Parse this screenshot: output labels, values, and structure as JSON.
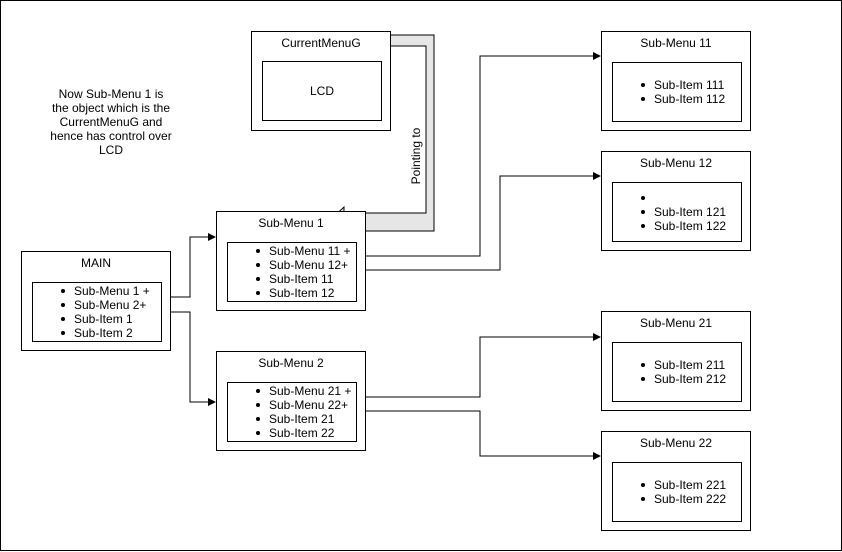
{
  "note": [
    "Now Sub-Menu 1 is",
    "the object which is the",
    "CurrentMenuG and",
    "hence has control over",
    "LCD"
  ],
  "current_menu": {
    "title": "CurrentMenuG",
    "lcd_label": "LCD"
  },
  "pointer_label": "Pointing to",
  "main": {
    "title": "MAIN",
    "items": [
      "Sub-Menu 1 +",
      "Sub-Menu 2+",
      "Sub-Item 1",
      "Sub-Item 2"
    ]
  },
  "sub_menu_1": {
    "title": "Sub-Menu 1",
    "items": [
      "Sub-Menu 11 +",
      "Sub-Menu 12+",
      "Sub-Item 11",
      "Sub-Item 12"
    ]
  },
  "sub_menu_2": {
    "title": "Sub-Menu 2",
    "items": [
      "Sub-Menu 21 +",
      "Sub-Menu 22+",
      "Sub-Item 21",
      "Sub-Item 22"
    ]
  },
  "sub_menu_11": {
    "title": "Sub-Menu 11",
    "items": [
      "Sub-Item 111",
      "Sub-Item 112"
    ]
  },
  "sub_menu_12": {
    "title": "Sub-Menu 12",
    "items": [
      "",
      "Sub-Item 121",
      "Sub-Item 122"
    ]
  },
  "sub_menu_21": {
    "title": "Sub-Menu 21",
    "items": [
      "Sub-Item 211",
      "Sub-Item 212"
    ]
  },
  "sub_menu_22": {
    "title": "Sub-Menu 22",
    "items": [
      "Sub-Item 221",
      "Sub-Item 222"
    ]
  },
  "colors": {
    "line": "#000000",
    "pointer_fill": "#e6e6e6",
    "background": "#ffffff"
  }
}
